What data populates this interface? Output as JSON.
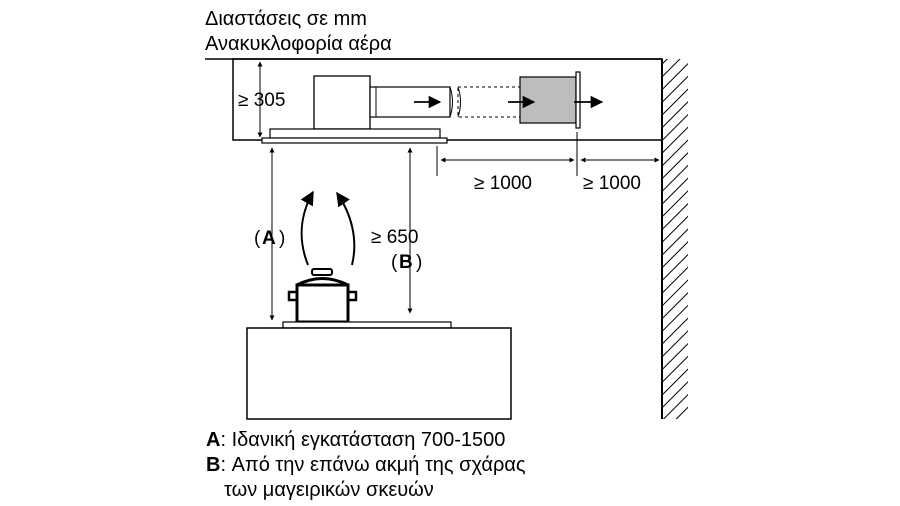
{
  "header": {
    "line1": "Διαστάσεις σε mm",
    "line2": "Ανακυκλοφορία αέρα"
  },
  "dimensions": {
    "ceiling_clearance": "≥ 305",
    "hood_to_module": "≥ 1000",
    "module_to_wall": "≥ 1000",
    "min_height": "≥ 650",
    "label_a": "A",
    "label_b": "B"
  },
  "legend": {
    "a_key": "A",
    "a_text": ": Ιδανική εγκατάσταση 700-1500",
    "b_key": "B",
    "b_text_line1": ": Από την επάνω ακμή της σχάρας",
    "b_text_line2": "των μαγειρικών σκευών"
  }
}
